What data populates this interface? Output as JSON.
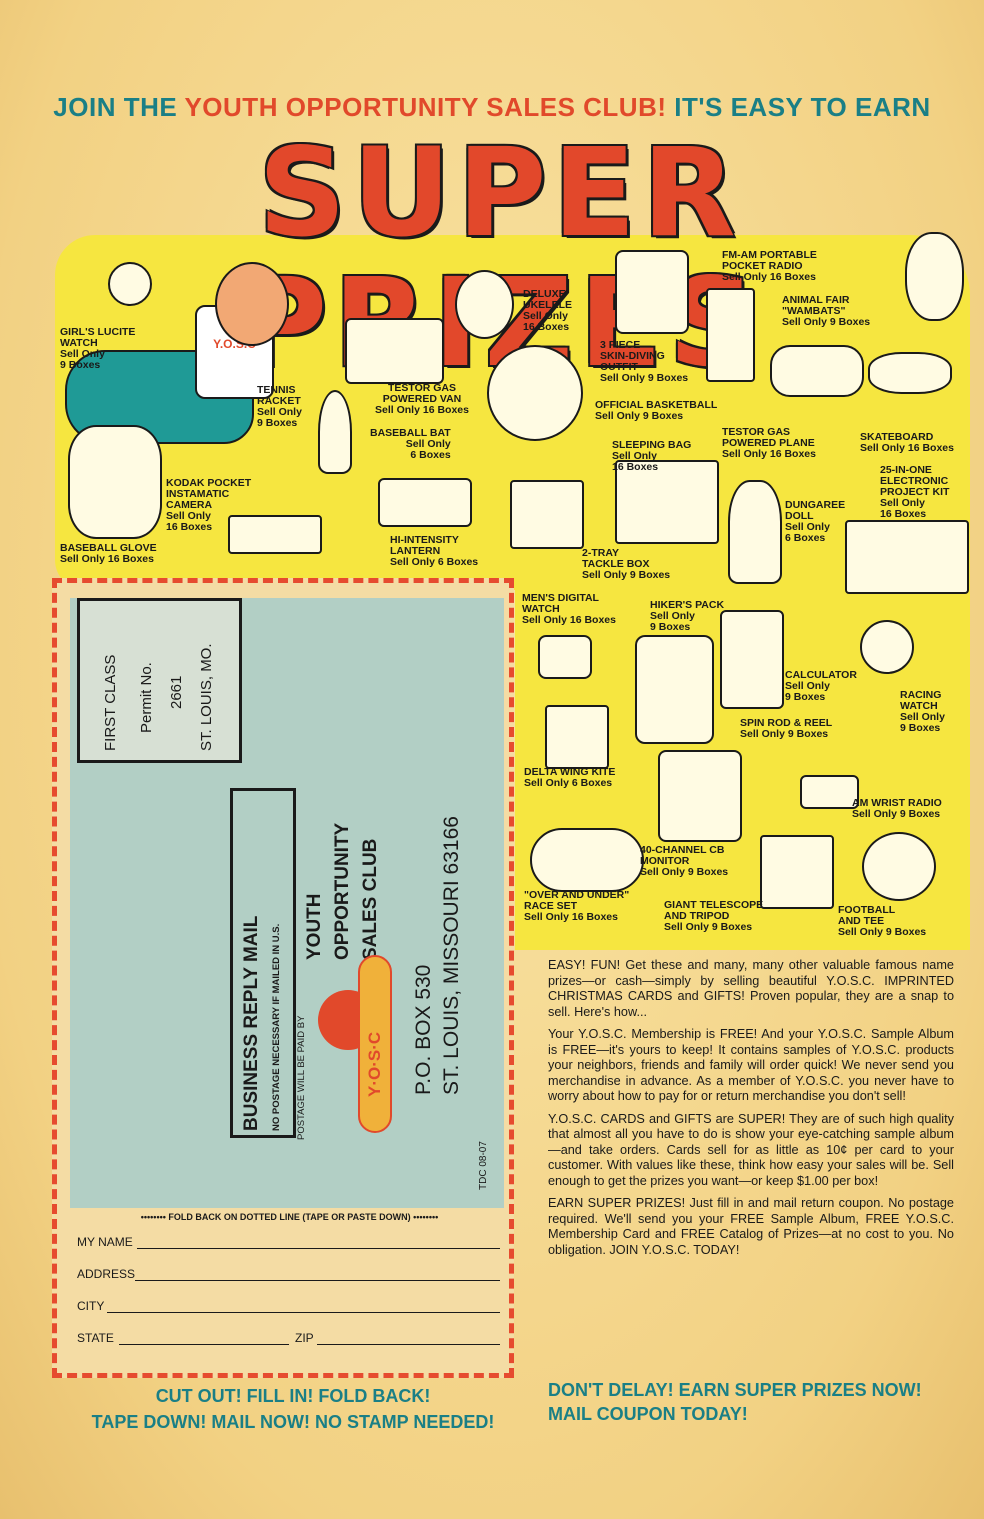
{
  "headline": {
    "part1": "JOIN THE ",
    "part2": "YOUTH OPPORTUNITY SALES CLUB!",
    "part3": " IT'S EASY TO EARN"
  },
  "banner": "SUPER PRIZES",
  "mascot_shirt": "Y.O.S.C",
  "prizes": [
    {
      "id": "girls-watch",
      "lines": [
        "GIRL'S LUCITE",
        "WATCH",
        "Sell Only",
        "9 Boxes"
      ]
    },
    {
      "id": "tennis-racket",
      "lines": [
        "TENNIS",
        "RACKET",
        "Sell Only",
        "9 Boxes"
      ]
    },
    {
      "id": "van",
      "lines": [
        "TESTOR GAS",
        "POWERED VAN",
        "Sell Only 16 Boxes"
      ]
    },
    {
      "id": "ukelele",
      "lines": [
        "DELUXE",
        "UKELELE",
        "Sell Only",
        "16 Boxes"
      ]
    },
    {
      "id": "skin-diving",
      "lines": [
        "3 PIECE",
        "SKIN-DIVING",
        "OUTFIT",
        "Sell Only 9 Boxes"
      ]
    },
    {
      "id": "radio",
      "lines": [
        "FM-AM PORTABLE",
        "POCKET RADIO",
        "Sell Only 16 Boxes"
      ]
    },
    {
      "id": "wambats",
      "lines": [
        "ANIMAL FAIR",
        "\"WAMBATS\"",
        "Sell Only 9 Boxes"
      ]
    },
    {
      "id": "basketball",
      "lines": [
        "OFFICIAL BASKETBALL",
        "Sell Only 9 Boxes"
      ]
    },
    {
      "id": "baseball-bat",
      "lines": [
        "BASEBALL BAT",
        "Sell Only",
        "6 Boxes"
      ]
    },
    {
      "id": "plane",
      "lines": [
        "TESTOR GAS",
        "POWERED PLANE",
        "Sell Only 16 Boxes"
      ]
    },
    {
      "id": "skateboard",
      "lines": [
        "SKATEBOARD",
        "Sell Only 16 Boxes"
      ]
    },
    {
      "id": "sleeping-bag",
      "lines": [
        "SLEEPING BAG",
        "Sell Only",
        "16 Boxes"
      ]
    },
    {
      "id": "camera",
      "lines": [
        "KODAK POCKET",
        "INSTAMATIC",
        "CAMERA",
        "Sell Only",
        "16 Boxes"
      ]
    },
    {
      "id": "project-kit",
      "lines": [
        "25-IN-ONE",
        "ELECTRONIC",
        "PROJECT KIT",
        "Sell Only",
        "16 Boxes"
      ]
    },
    {
      "id": "doll",
      "lines": [
        "DUNGAREE",
        "DOLL",
        "Sell Only",
        "6 Boxes"
      ]
    },
    {
      "id": "lantern",
      "lines": [
        "HI-INTENSITY",
        "LANTERN",
        "Sell Only 6 Boxes"
      ]
    },
    {
      "id": "baseball-glove",
      "lines": [
        "BASEBALL GLOVE",
        "Sell Only 16 Boxes"
      ]
    },
    {
      "id": "tackle-box",
      "lines": [
        "2-TRAY",
        "TACKLE BOX",
        "Sell Only 9 Boxes"
      ]
    },
    {
      "id": "mens-watch",
      "lines": [
        "MEN'S DIGITAL",
        "WATCH",
        "Sell Only 16 Boxes"
      ]
    },
    {
      "id": "hikers-pack",
      "lines": [
        "HIKER'S PACK",
        "Sell Only",
        "9 Boxes"
      ]
    },
    {
      "id": "calculator",
      "lines": [
        "CALCULATOR",
        "Sell Only",
        "9 Boxes"
      ]
    },
    {
      "id": "racing-watch",
      "lines": [
        "RACING",
        "WATCH",
        "Sell Only",
        "9 Boxes"
      ]
    },
    {
      "id": "spin-rod",
      "lines": [
        "SPIN ROD & REEL",
        "Sell Only 9 Boxes"
      ]
    },
    {
      "id": "kite",
      "lines": [
        "DELTA WING KITE",
        "Sell Only 6 Boxes"
      ]
    },
    {
      "id": "wrist-radio",
      "lines": [
        "AM WRIST RADIO",
        "Sell Only 9 Boxes"
      ]
    },
    {
      "id": "cb-monitor",
      "lines": [
        "40-CHANNEL CB",
        "MONITOR",
        "Sell Only 9 Boxes"
      ]
    },
    {
      "id": "race-set",
      "lines": [
        "\"OVER AND UNDER\"",
        "RACE SET",
        "Sell Only 16 Boxes"
      ]
    },
    {
      "id": "telescope",
      "lines": [
        "GIANT TELESCOPE",
        "AND TRIPOD",
        "Sell Only 9 Boxes"
      ]
    },
    {
      "id": "football",
      "lines": [
        "FOOTBALL",
        "AND TEE",
        "Sell Only 9 Boxes"
      ]
    }
  ],
  "permit": {
    "line1": "FIRST CLASS",
    "line2": "Permit No.",
    "line3": "2661",
    "line4": "ST. LOUIS, MO."
  },
  "reply": {
    "brm": "BUSINESS REPLY MAIL",
    "no_postage": "NO POSTAGE NECESSARY IF MAILED IN U.S.",
    "paid_by": "POSTAGE WILL BE PAID BY",
    "club1": "YOUTH",
    "club2": "OPPORTUNITY",
    "club3": "SALES CLUB",
    "logo": "Y·O·S·C",
    "box": "P.O. BOX 530",
    "city": "ST. LOUIS, MISSOURI 63166",
    "code": "TDC 08-07"
  },
  "foldline": "•••••••• FOLD BACK ON DOTTED LINE (TAPE OR PASTE DOWN) ••••••••",
  "fields": {
    "name": "MY NAME",
    "address": "ADDRESS",
    "city": "CITY",
    "state": "STATE",
    "zip": "ZIP"
  },
  "instructions": {
    "line1": "CUT OUT!  FILL IN!  FOLD BACK!",
    "line2": "TAPE DOWN!  MAIL NOW!  NO STAMP NEEDED!"
  },
  "body": [
    "EASY! FUN! Get these and many, many other valuable famous name prizes—or cash—simply by selling beautiful Y.O.S.C. IMPRINTED CHRISTMAS CARDS and GIFTS! Proven popular, they are a snap to sell. Here's how...",
    "Your Y.O.S.C. Membership is FREE! And your Y.O.S.C. Sample Album is FREE—it's yours to keep! It contains samples of Y.O.S.C. products your neighbors, friends and family will order quick! We never send you merchandise in advance. As a member of Y.O.S.C. you never have to worry about how to pay for or return merchandise you don't sell!",
    "Y.O.S.C. CARDS and GIFTS are SUPER! They are of such high quality that almost all you have to do is show your eye-catching sample album—and take orders. Cards sell for as little as 10¢ per card to your customer. With values like these, think how easy your sales will be. Sell enough to get the prizes you want—or keep $1.00 per box!",
    "EARN SUPER PRIZES! Just fill in and mail return coupon. No postage required. We'll send you your FREE Sample Album, FREE Y.O.S.C. Membership Card and FREE Catalog of Prizes—at no cost to you. No obligation. JOIN Y.O.S.C. TODAY!"
  ],
  "cta": {
    "line1": "DON'T DELAY! EARN SUPER PRIZES NOW!",
    "line2": "MAIL COUPON TODAY!"
  },
  "colors": {
    "teal": "#1a7f86",
    "red": "#e1492b",
    "yellow": "#f6e640",
    "paper": "#f6d98e",
    "coupon": "#b2cfc5"
  }
}
